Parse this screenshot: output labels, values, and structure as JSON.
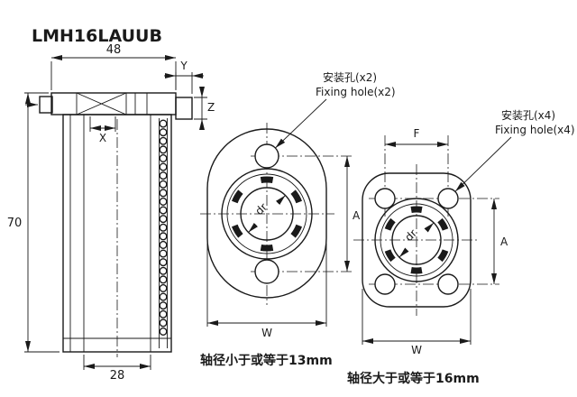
{
  "title": "LMH16LAUUB",
  "colors": {
    "line": "#1a1a1a",
    "background": "#ffffff"
  },
  "side_view": {
    "dim_top_width": "48",
    "dim_total_length": "70",
    "dim_bottom_width": "28",
    "dim_label_y": "Y",
    "dim_label_z": "Z",
    "dim_label_x": "X"
  },
  "flange_2hole": {
    "callout_cn": "安装孔(x2)",
    "callout_en": "Fixing hole(x2)",
    "dim_bore": "dr",
    "dim_hole_pitch": "A",
    "dim_width": "W",
    "caption": "轴径小于或等于13mm"
  },
  "flange_4hole": {
    "callout_cn": "安装孔(x4)",
    "callout_en": "Fixing hole(x4)",
    "dim_hole_pitch_h": "F",
    "dim_bore": "dr",
    "dim_hole_pitch_v": "A",
    "dim_width": "W",
    "caption": "轴径大于或等于16mm"
  }
}
